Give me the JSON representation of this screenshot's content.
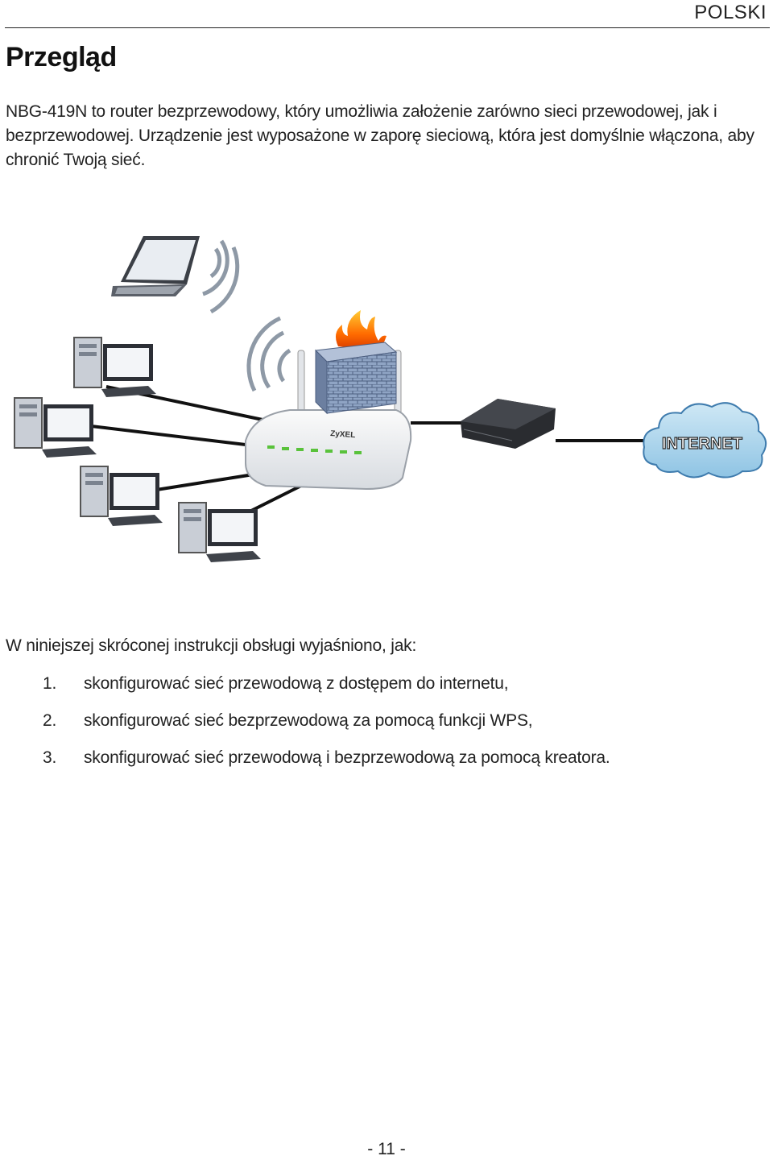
{
  "header": {
    "language": "POLSKI"
  },
  "section": {
    "title": "Przegląd"
  },
  "intro": "NBG-419N to router bezprzewodowy, który umożliwia założenie zarówno sieci przewodowej, jak i bezprzewodowej. Urządzenie jest wyposażone w zaporę sieciową, która jest domyślnie włączona, aby chronić Twoją sieć.",
  "diagram": {
    "router_brand": "ZyXEL",
    "cloud_label": "INTERNET"
  },
  "list": {
    "lead": "W niniejszej skróconej instrukcji obsługi wyjaśniono, jak:",
    "items": [
      {
        "num": "1.",
        "text": "skonfigurować sieć przewodową z dostępem do internetu,"
      },
      {
        "num": "2.",
        "text": "skonfigurować sieć bezprzewodową za pomocą funkcji WPS,"
      },
      {
        "num": "3.",
        "text": "skonfigurować sieć przewodową i bezprzewodową za pomocą kreatora."
      }
    ]
  },
  "footer": {
    "page_number": "- 11 -"
  }
}
